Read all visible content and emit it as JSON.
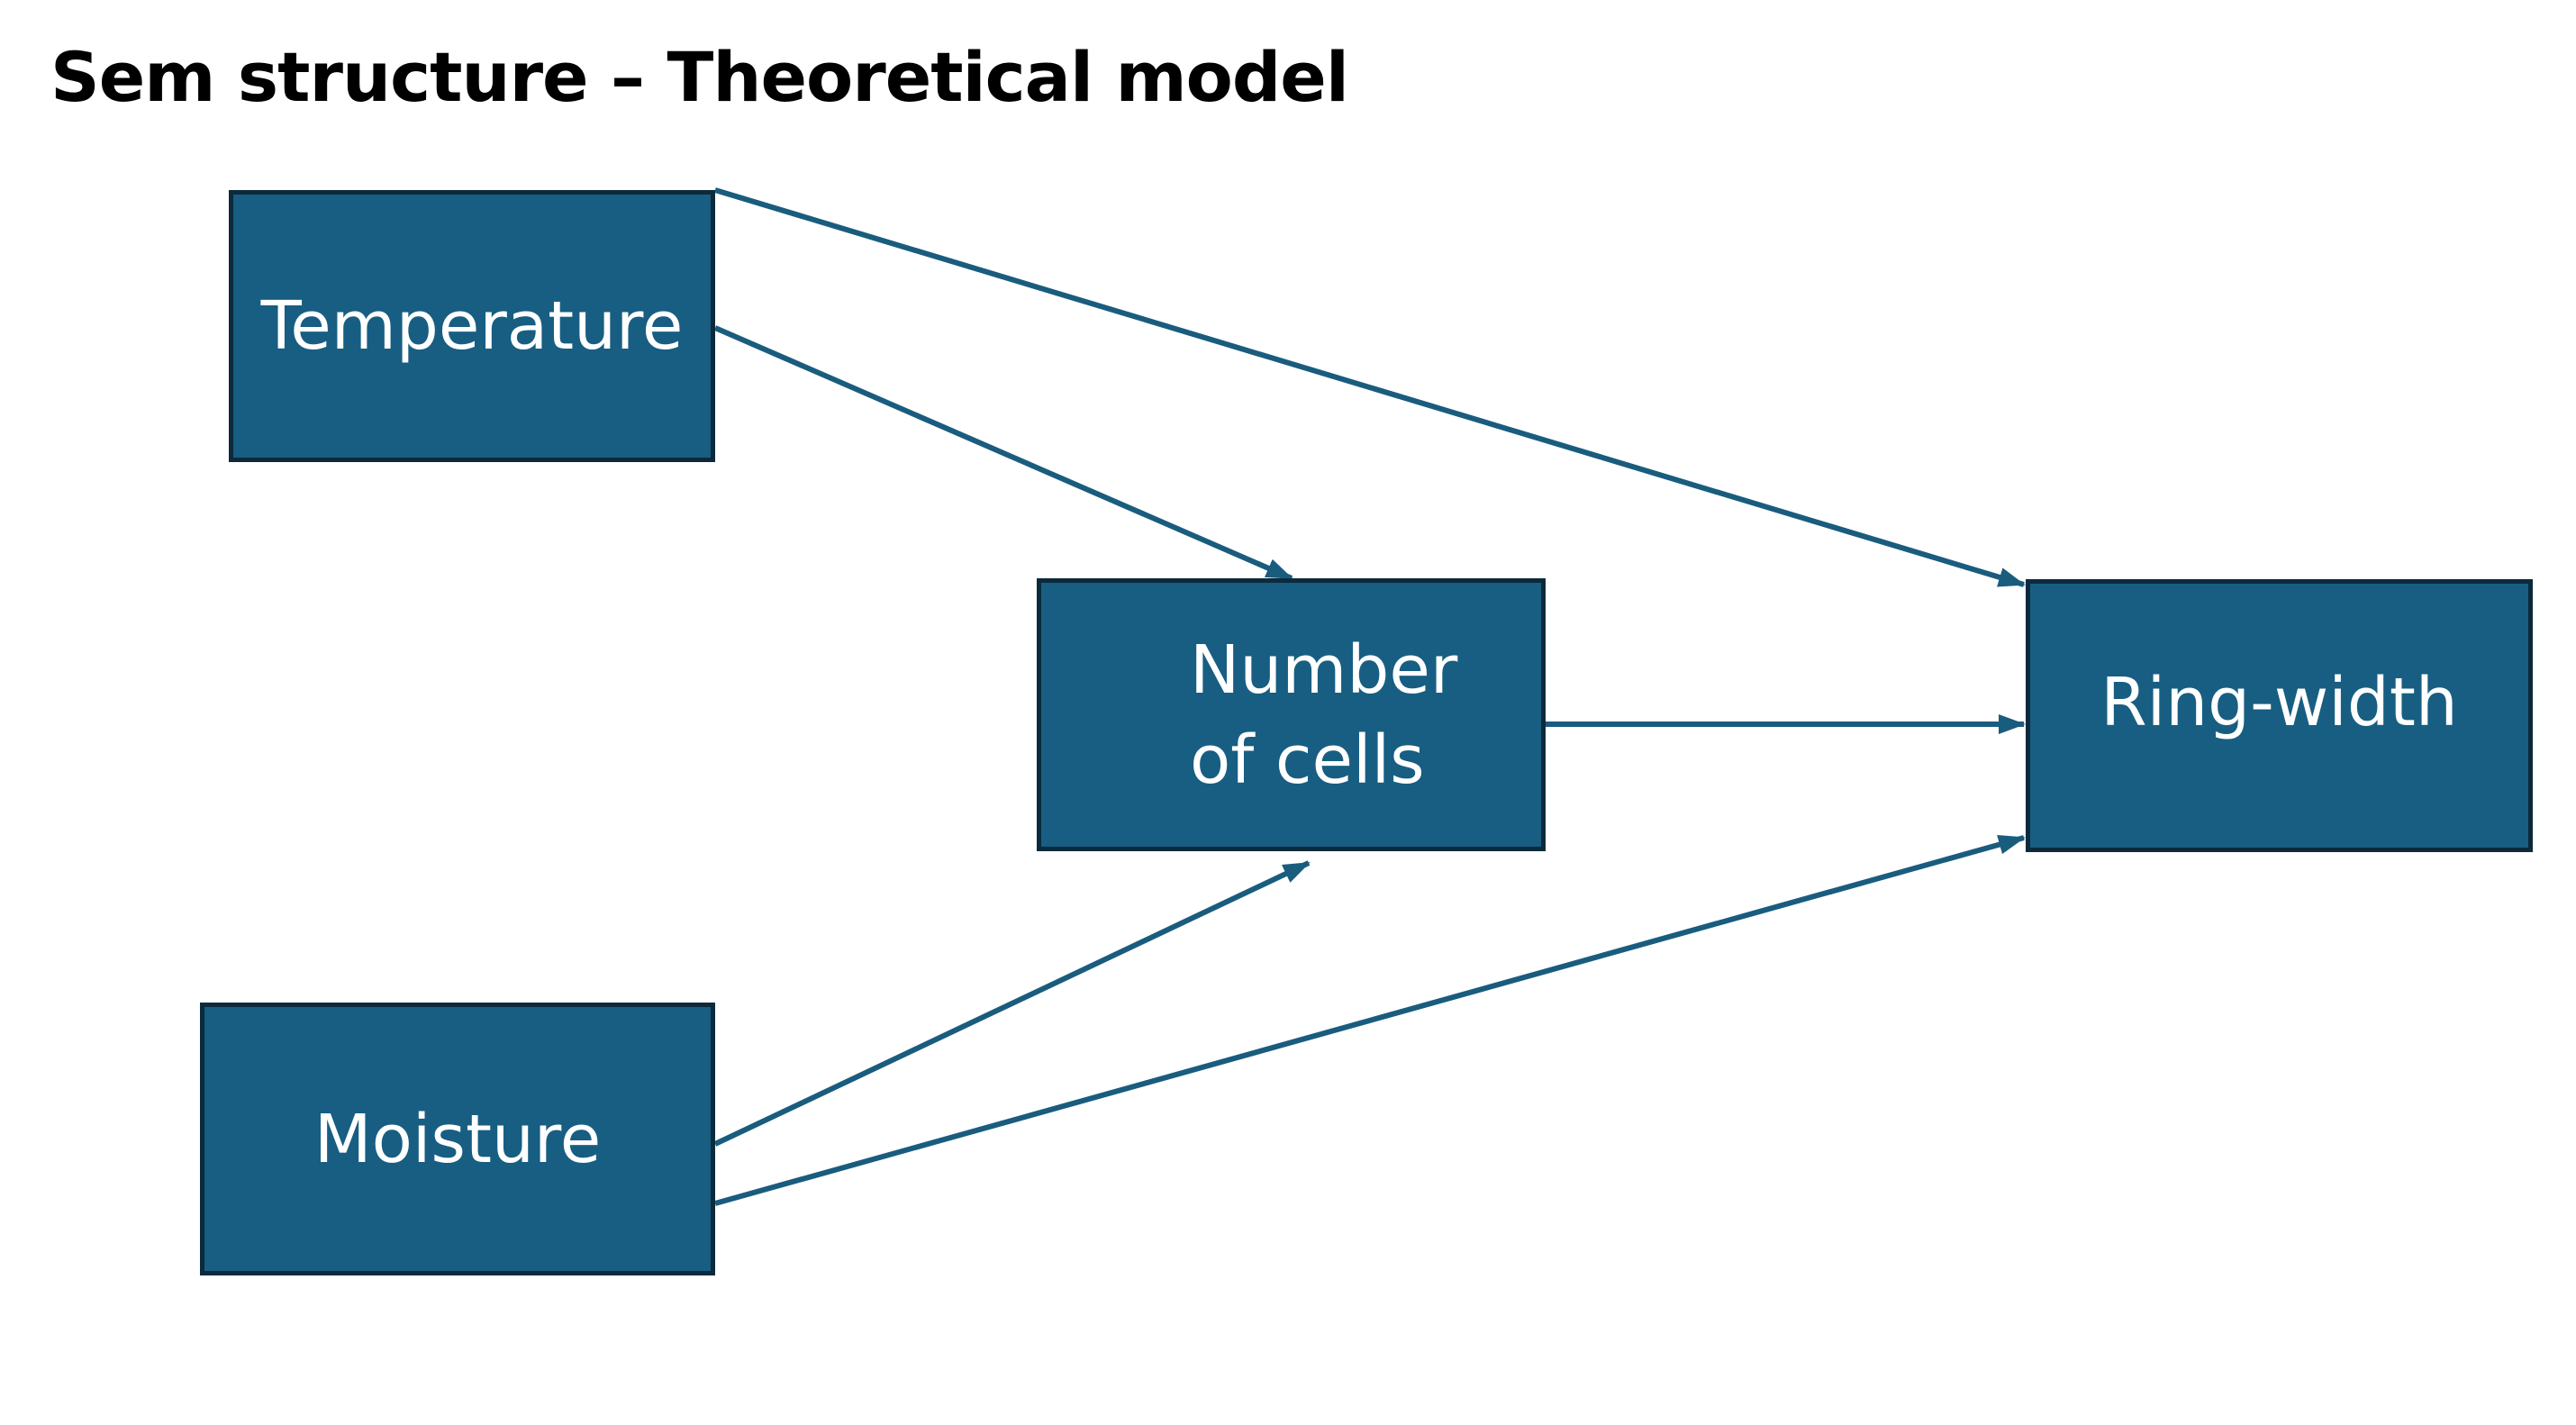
{
  "title": "Sem structure – Theoretical model",
  "colors": {
    "node_fill": "#175e82",
    "node_border": "#0c2a3b",
    "node_text": "#ffffff",
    "arrow": "#1a5c7e",
    "background": "#ffffff",
    "title_text": "#000000"
  },
  "nodes": {
    "temperature": {
      "label": "Temperature"
    },
    "moisture": {
      "label": "Moisture"
    },
    "cells": {
      "label": "Number\nof cells"
    },
    "ringwidth": {
      "label": "Ring-width"
    }
  },
  "edges": [
    {
      "from": "Temperature",
      "to": "Number of cells"
    },
    {
      "from": "Temperature",
      "to": "Ring-width"
    },
    {
      "from": "Moisture",
      "to": "Number of cells"
    },
    {
      "from": "Moisture",
      "to": "Ring-width"
    },
    {
      "from": "Number of cells",
      "to": "Ring-width"
    }
  ]
}
